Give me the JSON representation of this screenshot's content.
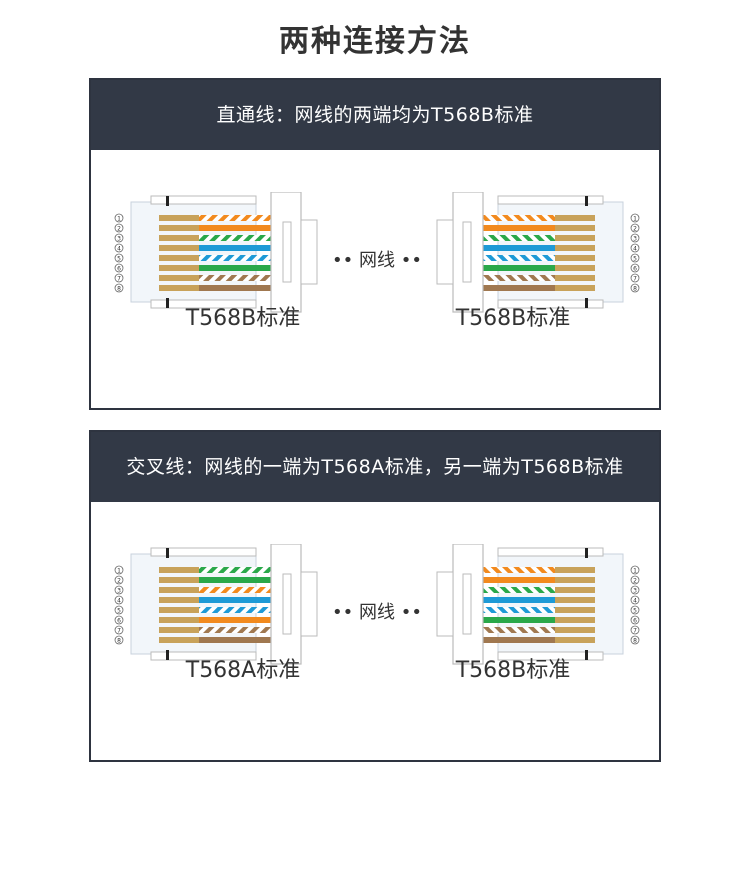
{
  "page": {
    "title": "两种连接方法"
  },
  "panels": [
    {
      "header": "直通线：网线的两端均为T568B标准",
      "cable_label": "•• 网线 ••",
      "left_standard": "T568B标准",
      "right_standard": "T568B标准",
      "left_pins": [
        "1",
        "2",
        "3",
        "4",
        "5",
        "6",
        "7",
        "8"
      ],
      "right_pins": [
        "1",
        "2",
        "3",
        "4",
        "5",
        "6",
        "7",
        "8"
      ]
    },
    {
      "header": "交叉线：网线的一端为T568A标准，另一端为T568B标准",
      "cable_label": "•• 网线 ••",
      "left_standard": "T568A标准",
      "right_standard": "T568B标准",
      "left_pins": [
        "1",
        "2",
        "3",
        "4",
        "5",
        "6",
        "7",
        "8"
      ],
      "right_pins": [
        "1",
        "2",
        "3",
        "4",
        "5",
        "6",
        "7",
        "8"
      ]
    }
  ],
  "colors": {
    "header_bg": "#323946",
    "orange": "#f28a1e",
    "green": "#2aa84a",
    "blue": "#1e9ad6",
    "brown": "#a07850",
    "gold": "#c8a25a"
  }
}
